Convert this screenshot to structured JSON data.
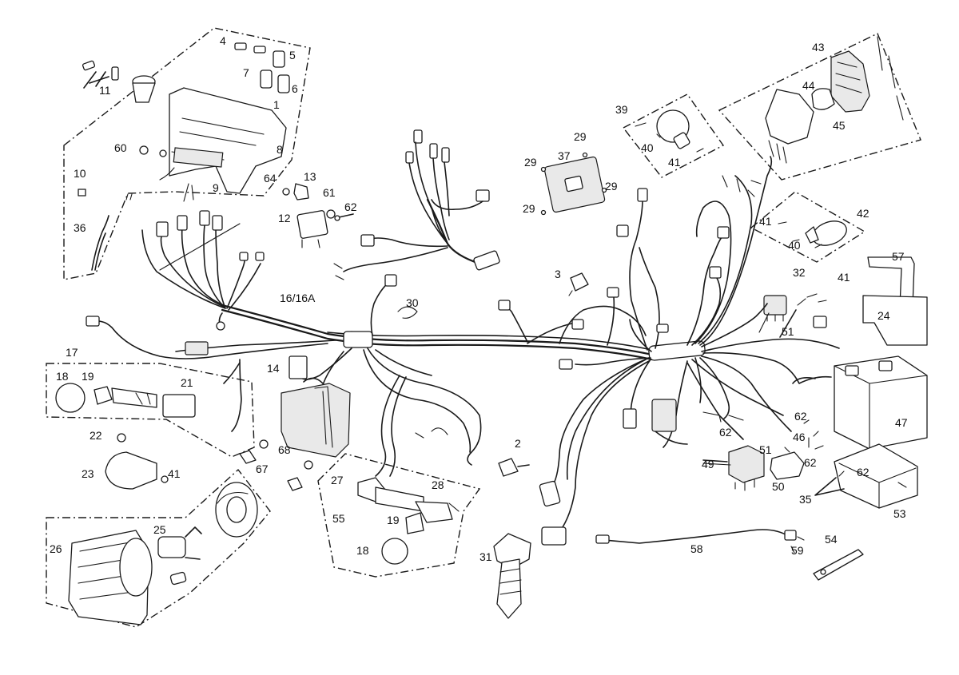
{
  "callouts": [
    {
      "id": "c4",
      "text": "4"
    },
    {
      "id": "c5",
      "text": "5"
    },
    {
      "id": "c7",
      "text": "7"
    },
    {
      "id": "c6",
      "text": "6"
    },
    {
      "id": "c1",
      "text": "1"
    },
    {
      "id": "c11",
      "text": "11"
    },
    {
      "id": "c8",
      "text": "8"
    },
    {
      "id": "c60",
      "text": "60"
    },
    {
      "id": "c10",
      "text": "10"
    },
    {
      "id": "c9",
      "text": "9"
    },
    {
      "id": "c64",
      "text": "64"
    },
    {
      "id": "c13",
      "text": "13"
    },
    {
      "id": "c61",
      "text": "61"
    },
    {
      "id": "c62a",
      "text": "62"
    },
    {
      "id": "c12",
      "text": "12"
    },
    {
      "id": "c36",
      "text": "36"
    },
    {
      "id": "c16",
      "text": "16/16A"
    },
    {
      "id": "c29a",
      "text": "29"
    },
    {
      "id": "c29b",
      "text": "29"
    },
    {
      "id": "c37",
      "text": "37"
    },
    {
      "id": "c29c",
      "text": "29"
    },
    {
      "id": "c29d",
      "text": "29"
    },
    {
      "id": "c39",
      "text": "39"
    },
    {
      "id": "c40a",
      "text": "40"
    },
    {
      "id": "c41a",
      "text": "41"
    },
    {
      "id": "c43",
      "text": "43"
    },
    {
      "id": "c44",
      "text": "44"
    },
    {
      "id": "c45",
      "text": "45"
    },
    {
      "id": "c41b",
      "text": "41"
    },
    {
      "id": "c42",
      "text": "42"
    },
    {
      "id": "c40b",
      "text": "40"
    },
    {
      "id": "c57",
      "text": "57"
    },
    {
      "id": "c32",
      "text": "32"
    },
    {
      "id": "c41c",
      "text": "41"
    },
    {
      "id": "c24",
      "text": "24"
    },
    {
      "id": "c51a",
      "text": "51"
    },
    {
      "id": "c3",
      "text": "3"
    },
    {
      "id": "c30",
      "text": "30"
    },
    {
      "id": "c17",
      "text": "17"
    },
    {
      "id": "c18a",
      "text": "18"
    },
    {
      "id": "c19a",
      "text": "19"
    },
    {
      "id": "c21",
      "text": "21"
    },
    {
      "id": "c14",
      "text": "14"
    },
    {
      "id": "c22",
      "text": "22"
    },
    {
      "id": "c68",
      "text": "68"
    },
    {
      "id": "c23",
      "text": "23"
    },
    {
      "id": "c41d",
      "text": "41"
    },
    {
      "id": "c67",
      "text": "67"
    },
    {
      "id": "c2",
      "text": "2"
    },
    {
      "id": "c27",
      "text": "27"
    },
    {
      "id": "c28",
      "text": "28"
    },
    {
      "id": "c55",
      "text": "55"
    },
    {
      "id": "c19b",
      "text": "19"
    },
    {
      "id": "c18b",
      "text": "18"
    },
    {
      "id": "c25",
      "text": "25"
    },
    {
      "id": "c26",
      "text": "26"
    },
    {
      "id": "c31",
      "text": "31"
    },
    {
      "id": "c62b",
      "text": "62"
    },
    {
      "id": "c62c",
      "text": "62"
    },
    {
      "id": "c51b",
      "text": "51"
    },
    {
      "id": "c46",
      "text": "46"
    },
    {
      "id": "c47",
      "text": "47"
    },
    {
      "id": "c49",
      "text": "49"
    },
    {
      "id": "c62d",
      "text": "62"
    },
    {
      "id": "c50",
      "text": "50"
    },
    {
      "id": "c62e",
      "text": "62"
    },
    {
      "id": "c35",
      "text": "35"
    },
    {
      "id": "c53",
      "text": "53"
    },
    {
      "id": "c58",
      "text": "58"
    },
    {
      "id": "c59",
      "text": "59"
    },
    {
      "id": "c54",
      "text": "54"
    }
  ]
}
